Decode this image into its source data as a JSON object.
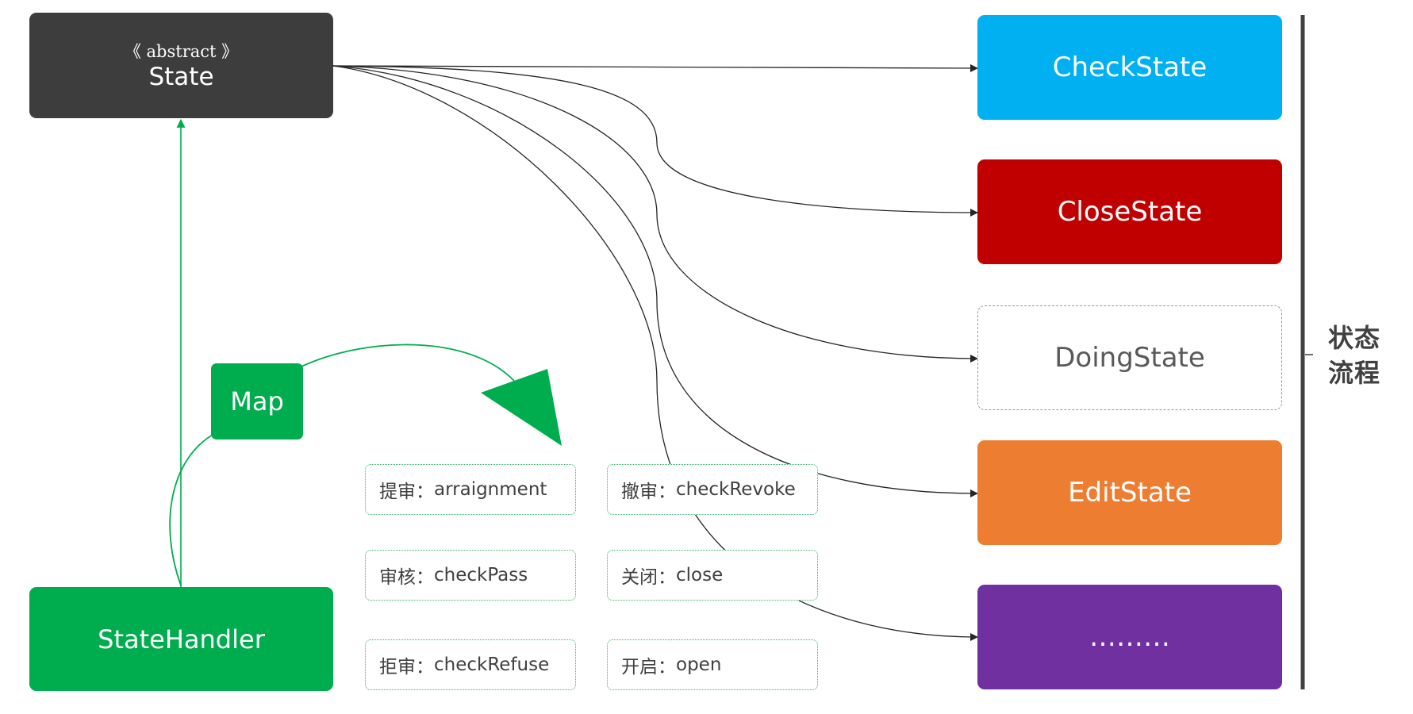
{
  "abstract_state": {
    "stereotype": "《 abstract 》",
    "title": "State"
  },
  "state_handler": {
    "label": "StateHandler"
  },
  "map": {
    "label": "Map"
  },
  "states": [
    {
      "label": "CheckState",
      "color": "#00b0f0"
    },
    {
      "label": "CloseState",
      "color": "#c00000"
    },
    {
      "label": "DoingState",
      "color": "#ffffff"
    },
    {
      "label": "EditState",
      "color": "#ed7d31"
    },
    {
      "label": "………",
      "color": "#7030a0"
    }
  ],
  "actions": [
    {
      "label": "提审：",
      "method": "arraignment"
    },
    {
      "label": "撤审：",
      "method": "checkRevoke"
    },
    {
      "label": "审核：",
      "method": "checkPass"
    },
    {
      "label": "关闭：",
      "method": "close"
    },
    {
      "label": "拒审：",
      "method": "checkRefuse"
    },
    {
      "label": "开启：",
      "method": "open"
    }
  ],
  "side_label": {
    "line1": "状态",
    "line2": "流程"
  },
  "colors": {
    "accent_green": "#00ad4e",
    "connector_dark": "#262626",
    "dashed_border": "#9a9a9a"
  }
}
